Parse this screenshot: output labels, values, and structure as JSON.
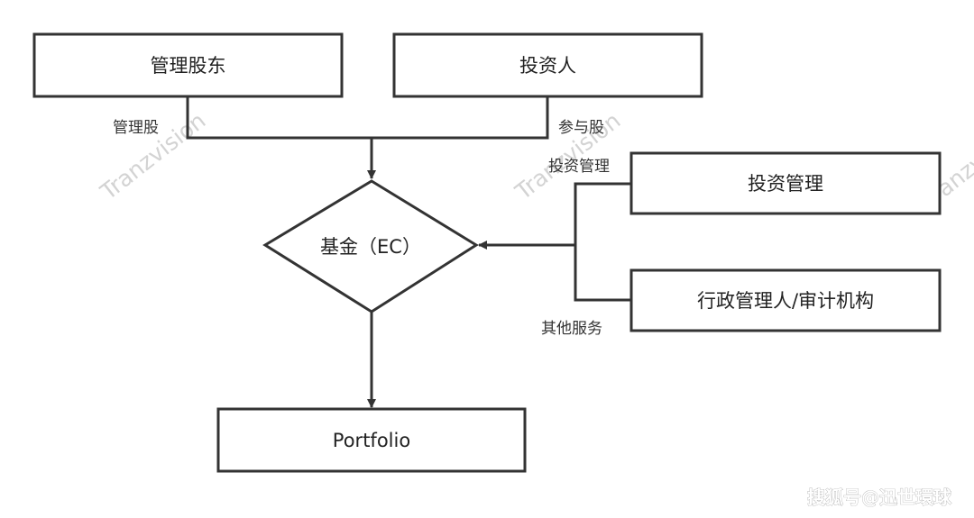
{
  "nodes": {
    "management_shareholder": "管理股东",
    "investor": "投资人",
    "fund": "基金（EC）",
    "investment_management": "投资管理",
    "admin_audit": "行政管理人/审计机构",
    "portfolio": "Portfolio"
  },
  "edge_labels": {
    "management_shares": "管理股",
    "participating_shares": "参与股",
    "investment_management": "投资管理",
    "other_services": "其他服务"
  },
  "watermarks": [
    "Tranzvision",
    "Tranzvision",
    "Tranzvision"
  ],
  "credit": "搜狐号@迅世環球",
  "colors": {
    "stroke": "#333333",
    "text": "#222222",
    "background": "#ffffff"
  }
}
